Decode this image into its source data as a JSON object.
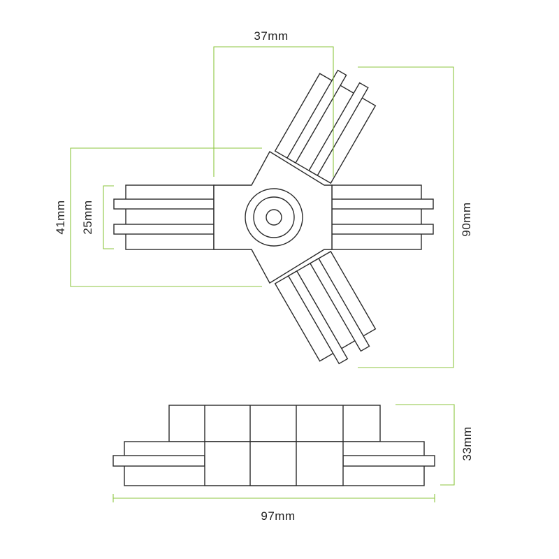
{
  "diagram": {
    "dimensions": {
      "arm_spacing": "37mm",
      "total_height": "90mm",
      "body_width": "41mm",
      "bar_spacing": "25mm",
      "thickness": "33mm",
      "total_width": "97mm"
    },
    "colors": {
      "dimension_line": "#8dc63f",
      "outline": "#2b2b2b",
      "background": "#ffffff"
    }
  }
}
